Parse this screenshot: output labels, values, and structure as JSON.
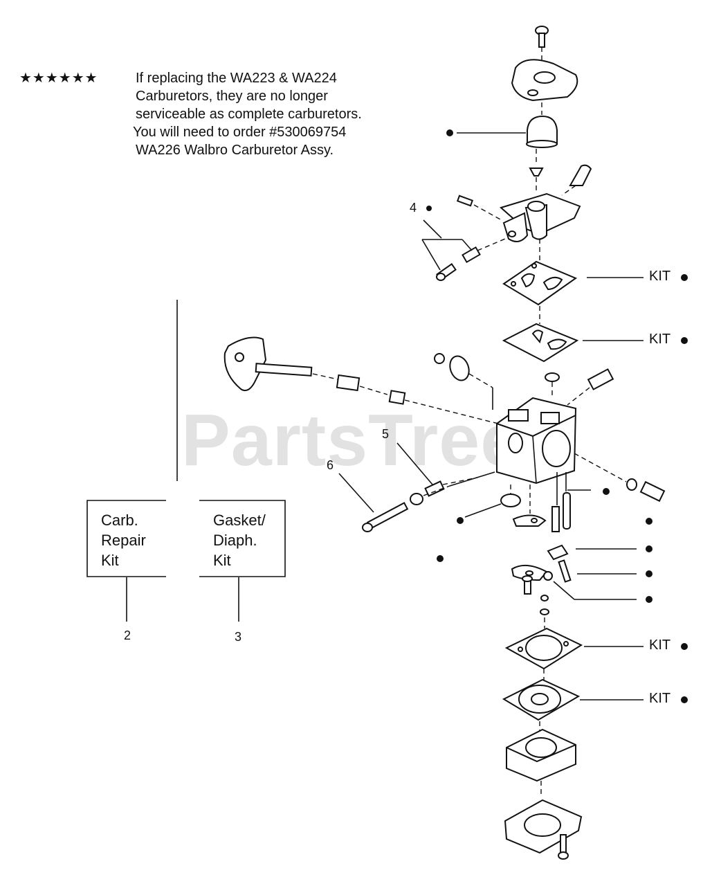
{
  "note": {
    "stars": "★★★★★★",
    "lines": [
      "If replacing the WA223 & WA224",
      "Carburetors, they are no longer",
      "serviceable as complete carburetors.",
      "You will need to order #530069754",
      "WA226 Walbro Carburetor Assy."
    ]
  },
  "kits": {
    "carb_repair": {
      "lines": [
        "Carb.",
        "Repair",
        "Kit"
      ],
      "ref": "2"
    },
    "gasket_diaph": {
      "lines": [
        "Gasket/",
        "Diaph.",
        "Kit"
      ],
      "ref": "3"
    }
  },
  "callouts": {
    "c4": "4",
    "c5": "5",
    "c6": "6"
  },
  "kit_label": "KIT",
  "watermark": "PartsTree"
}
